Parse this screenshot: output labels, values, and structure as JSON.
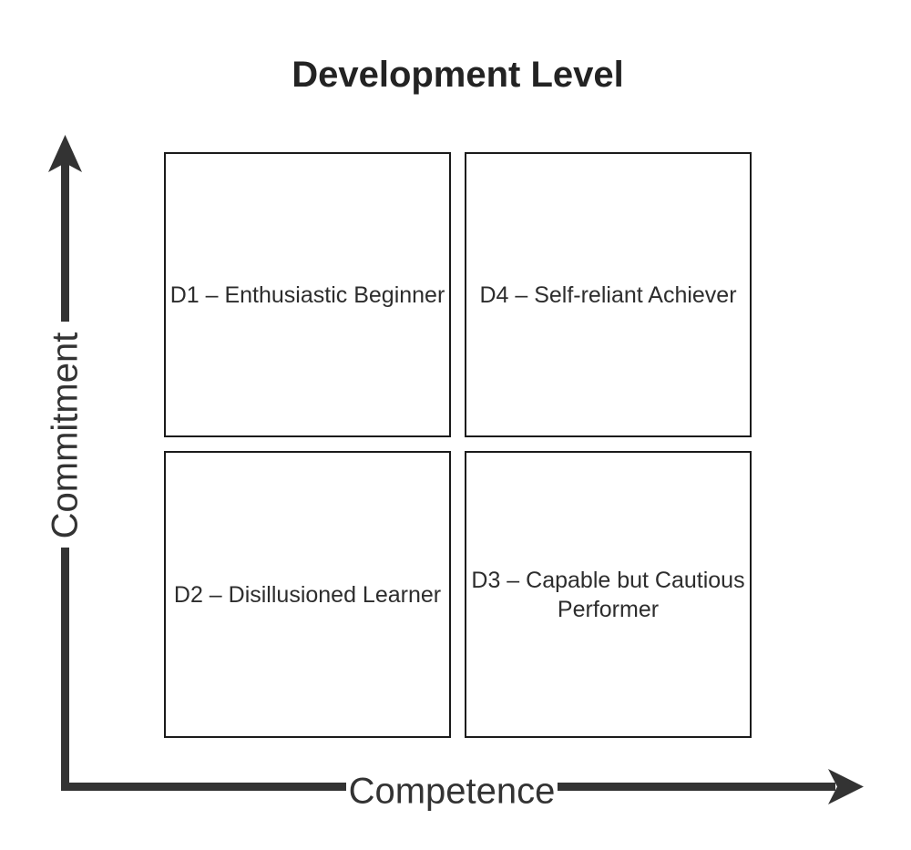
{
  "title": "Development Level",
  "axes": {
    "y_label": "Commitment",
    "x_label": "Competence"
  },
  "quadrants": [
    {
      "id": "D1",
      "position": "top-left",
      "label": "D1 – Enthusiastic Beginner"
    },
    {
      "id": "D4",
      "position": "top-right",
      "label": "D4 – Self-reliant Achiever"
    },
    {
      "id": "D2",
      "position": "bottom-left",
      "label": "D2 – Disillusioned Learner"
    },
    {
      "id": "D3",
      "position": "bottom-right",
      "label": "D3 – Capable but Cautious\nPerformer"
    }
  ],
  "colors": {
    "background": "#ffffff",
    "axis": "#333333",
    "box_border": "#1b1b1b",
    "title_text": "#232323",
    "body_text": "#2d2d2d"
  }
}
